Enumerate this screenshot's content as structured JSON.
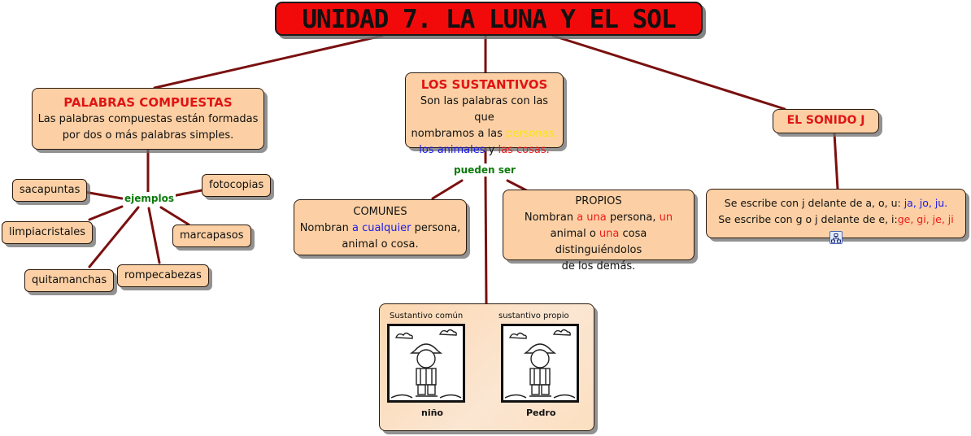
{
  "title": "UNIDAD 7. LA LUNA Y EL SOL",
  "compuestas": {
    "heading": "PALABRAS COMPUESTAS",
    "line1": "Las palabras compuestas están formadas",
    "line2": "por dos o más palabras simples.",
    "link_label": "ejemplos",
    "examples": [
      "sacapuntas",
      "fotocopias",
      "limpiacristales",
      "marcapasos",
      "quitamanchas",
      "rompecabezas"
    ]
  },
  "sustantivos": {
    "heading": "LOS SUSTANTIVOS",
    "line1": "Son las palabras con las que",
    "line2a": "nombramos a las ",
    "line2b": "personas,",
    "line3a": "los animales",
    "line3b": " y ",
    "line3c": "las cosas.",
    "link_label": "pueden ser",
    "comunes": {
      "heading": "COMUNES",
      "l1a": "Nombran ",
      "l1b": "a cualquier",
      "l1c": " persona,",
      "l2": "animal o cosa."
    },
    "propios": {
      "heading": "PROPIOS",
      "l1a": "Nombran ",
      "l1b": "a una",
      "l1c": " persona, ",
      "l1d": "un",
      "l2a": "animal o ",
      "l2b": "una",
      "l2c": " cosa distinguiéndolos",
      "l3": "de los demás."
    },
    "image": {
      "caption_left": "Sustantivo común",
      "caption_right": "sustantivo  propio",
      "name_left": "niño",
      "name_right": "Pedro"
    }
  },
  "sonido": {
    "heading": "EL SONIDO J",
    "l1a": "Se escribe con j delante de a, o, u: ",
    "l1b": "ja, jo, ju.",
    "l2a": "Se escribe con g o j delante de e, i:",
    "l2b": "ge, gi, je, ji"
  },
  "icons": {
    "child": "child-drawing-icon",
    "cloud": "cloud-icon",
    "map": "concept-map-icon"
  },
  "colors": {
    "title_bg": "#f20a0a",
    "node_bg": "#fcd0a4",
    "link": "#7a1010",
    "heading": "#e01515",
    "label": "#0a7a0a"
  }
}
